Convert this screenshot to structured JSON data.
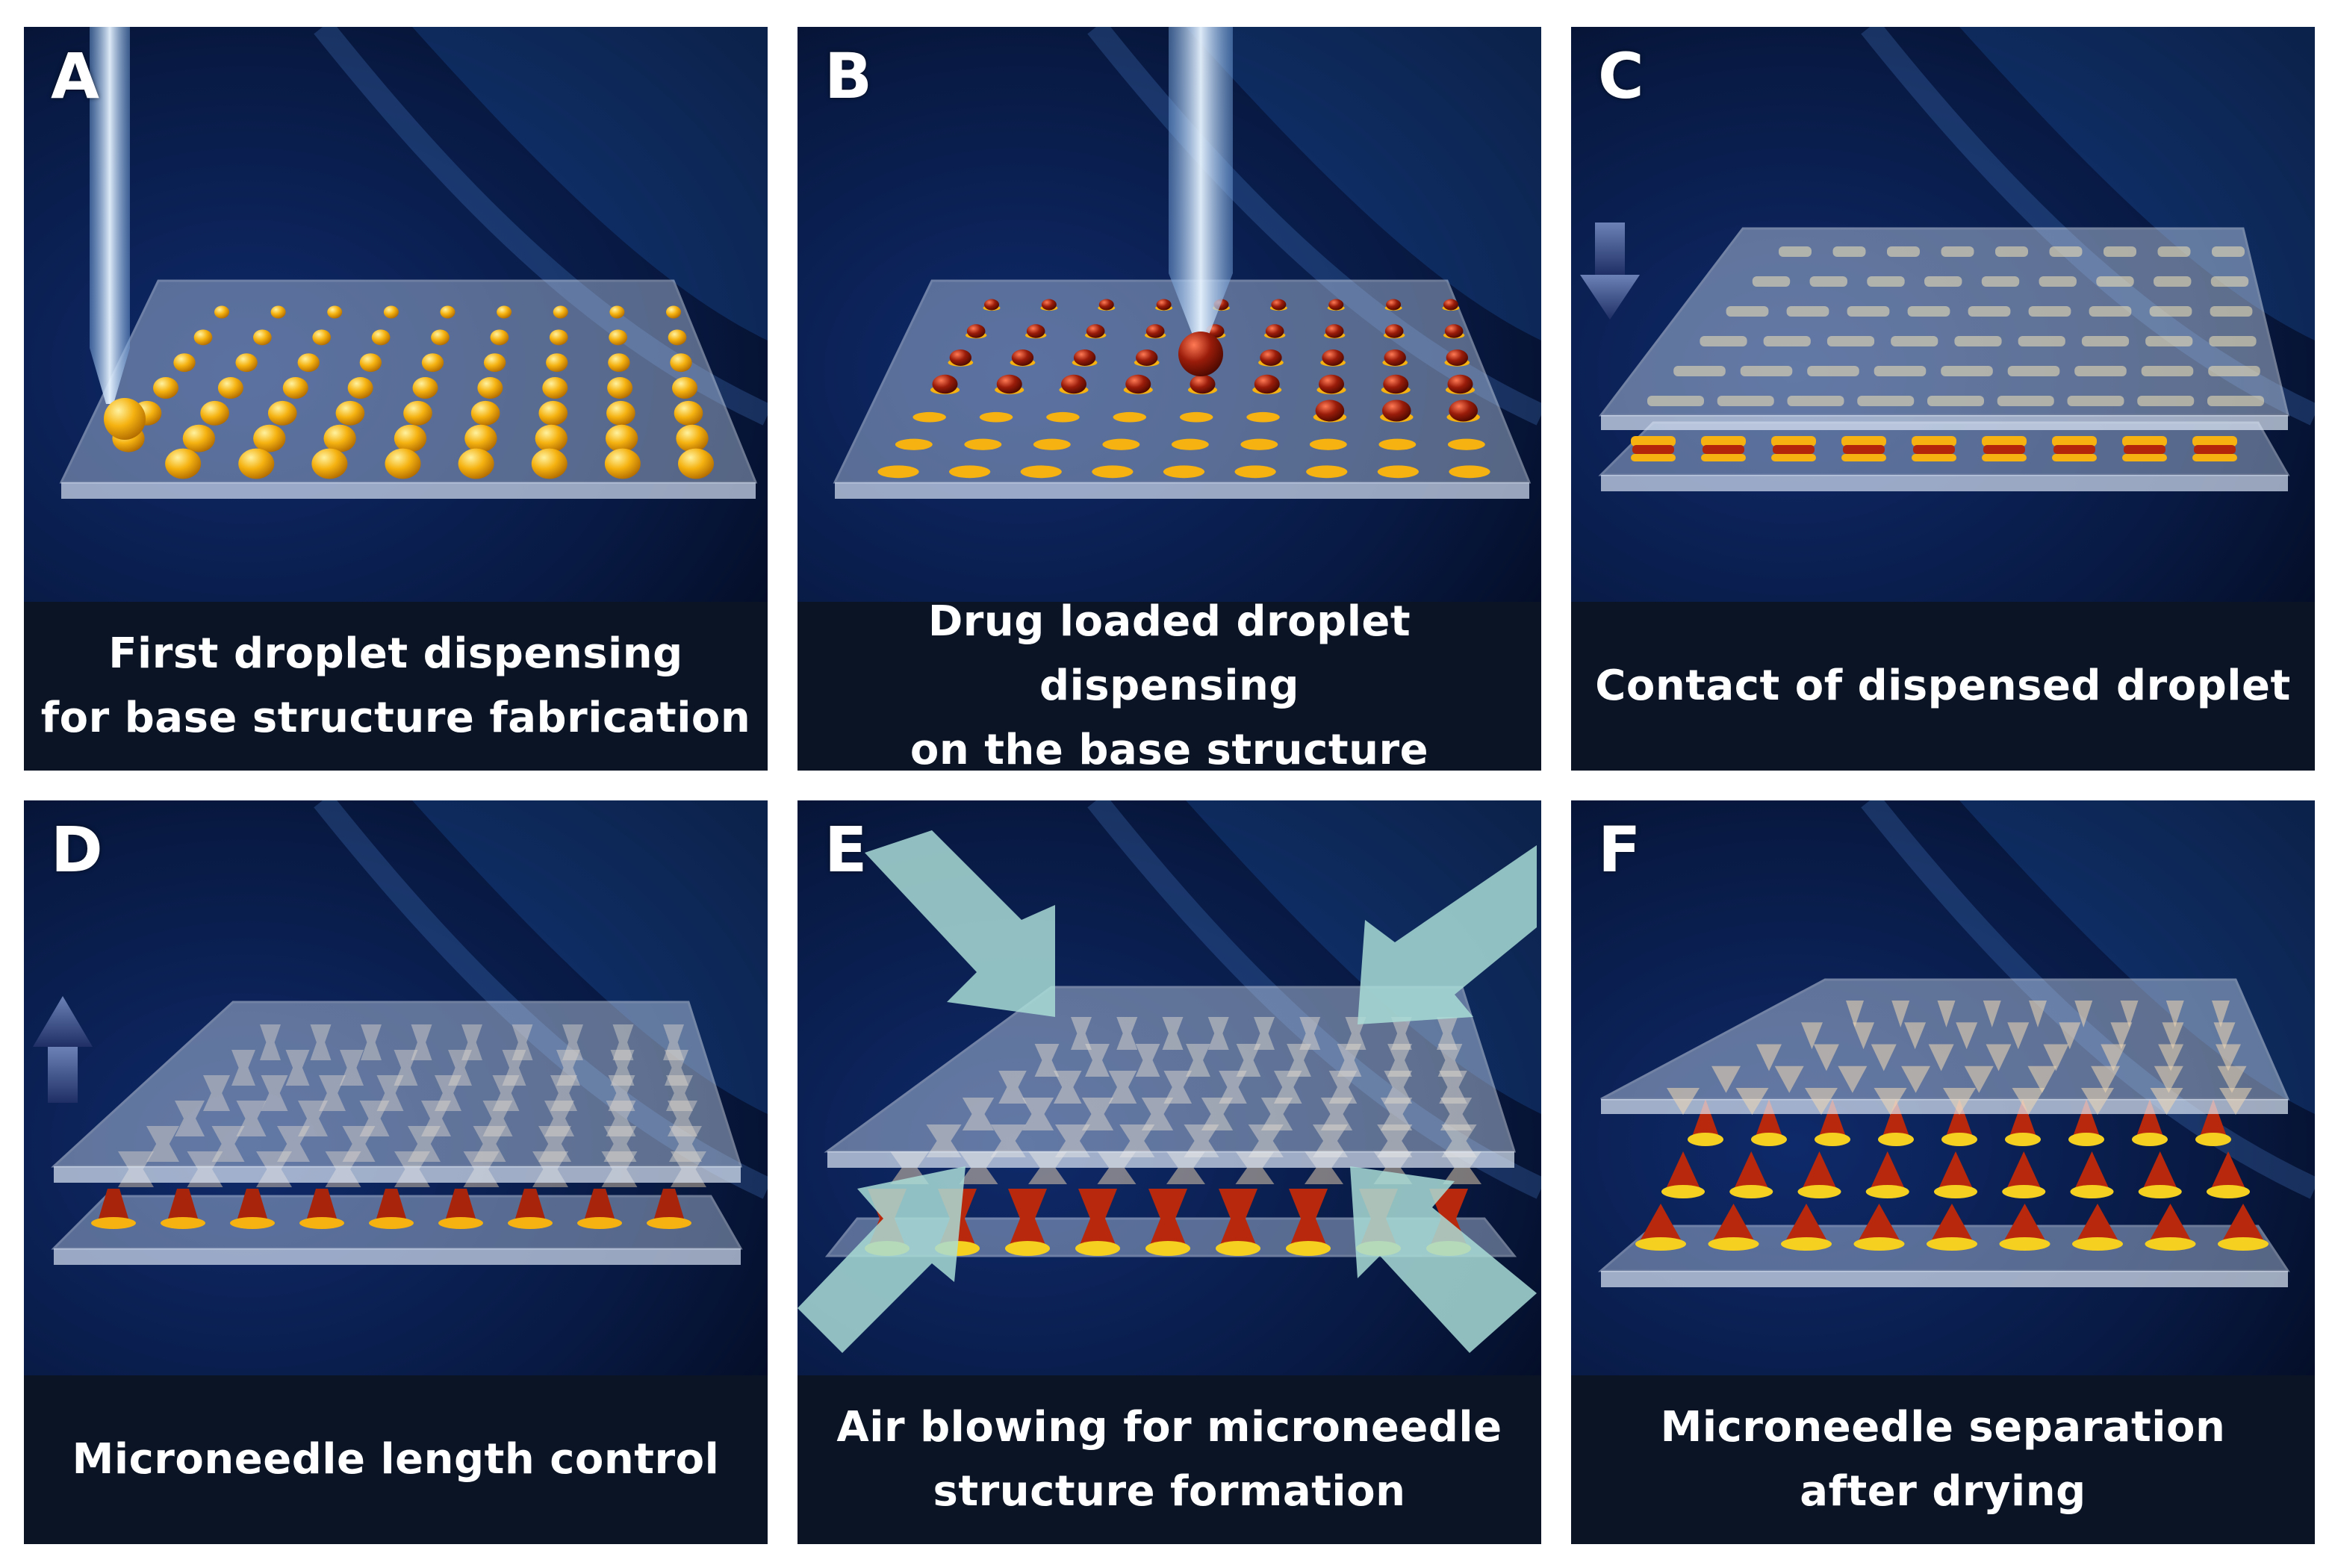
{
  "panels": [
    {
      "letter": "A",
      "caption": "First droplet dispensing\nfor base structure fabrication"
    },
    {
      "letter": "B",
      "caption": "Drug loaded droplet dispensing\non the base structure"
    },
    {
      "letter": "C",
      "caption": "Contact of dispensed droplet"
    },
    {
      "letter": "D",
      "caption": "Microneedle length control"
    },
    {
      "letter": "E",
      "caption": "Air blowing for microneedle\nstructure formation"
    },
    {
      "letter": "F",
      "caption": "Microneedle separation\nafter drying"
    }
  ],
  "colors": {
    "background": "#05102a",
    "caption_bar": "#0b1424",
    "droplet_gold": "#f5b210",
    "drug_red": "#9a1c0a",
    "glass": "#c8d8ee",
    "arrow_cyan": "#a9dcd6"
  }
}
